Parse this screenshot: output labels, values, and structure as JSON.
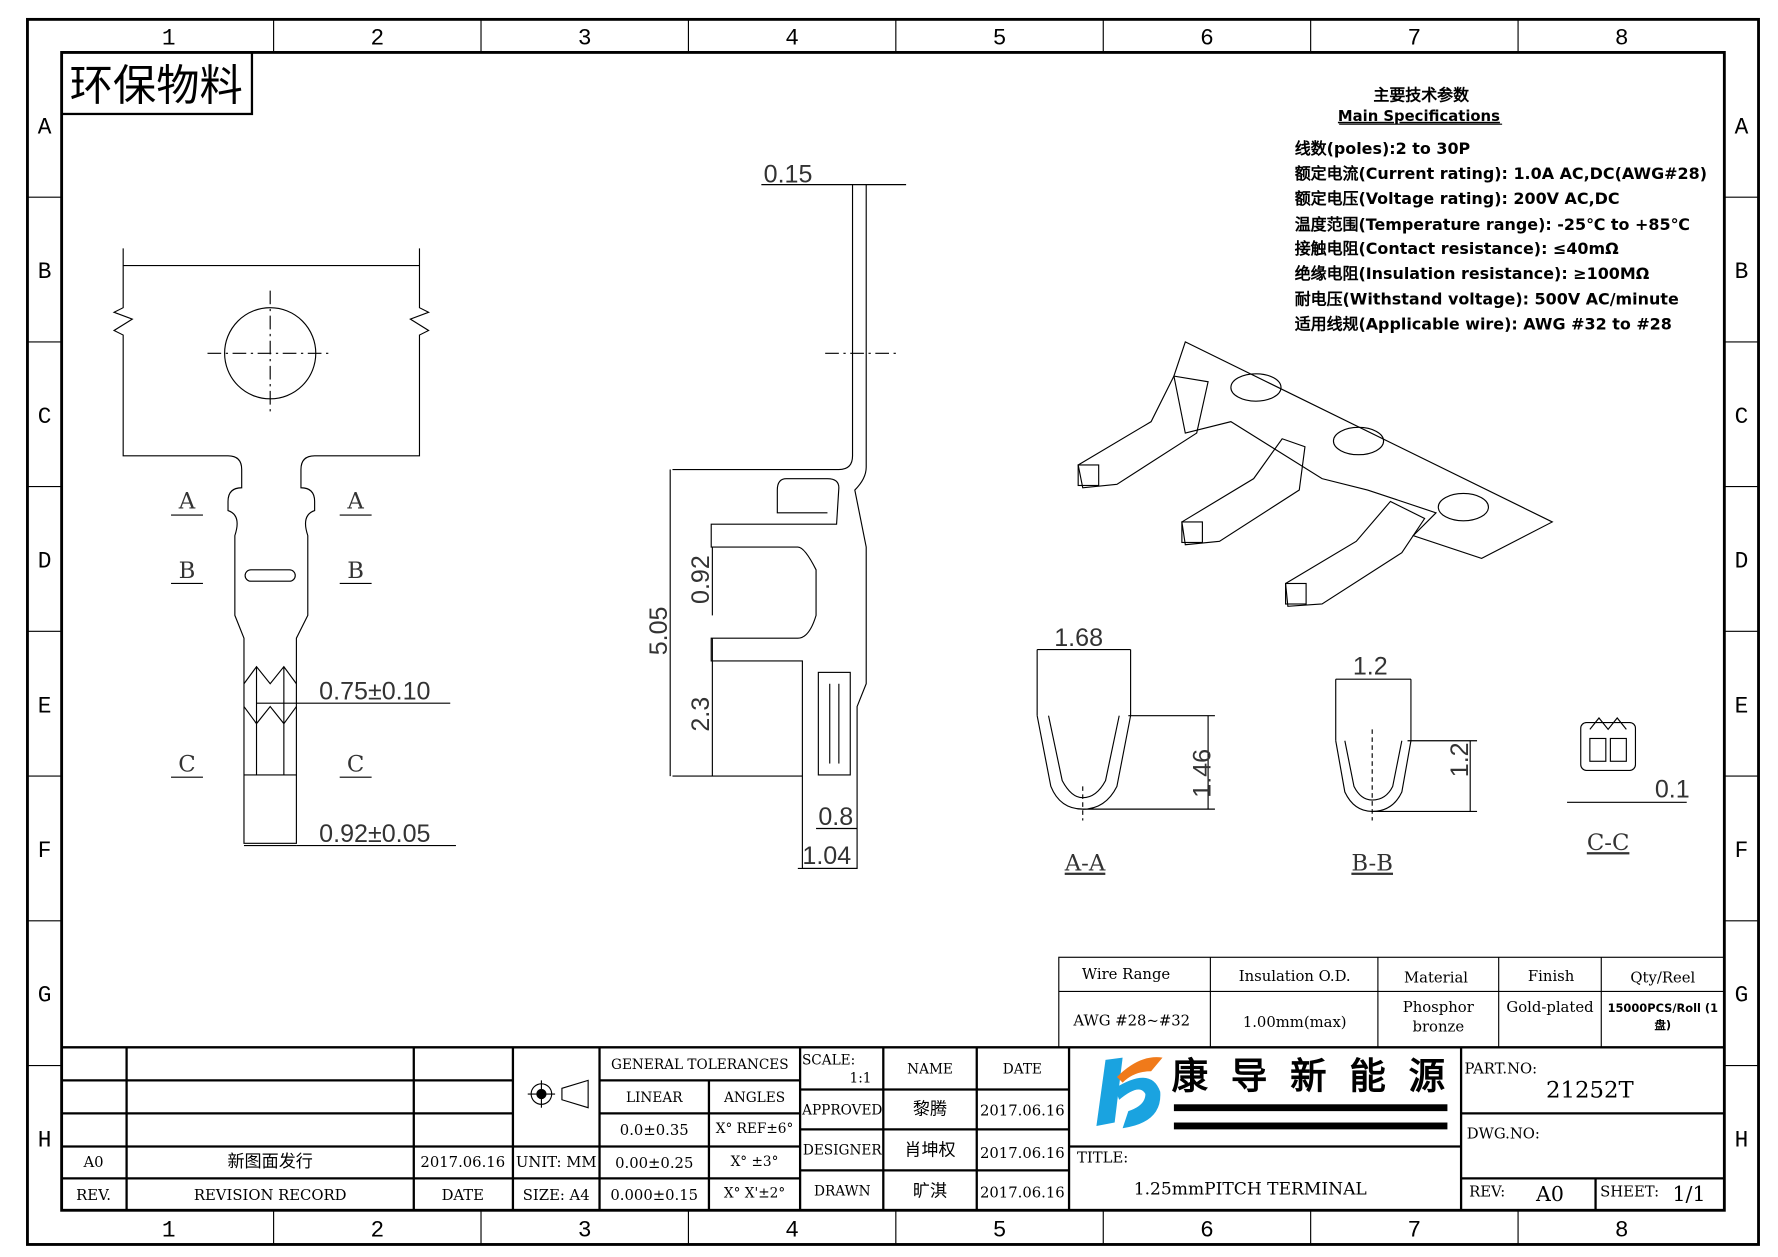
{
  "frame": {
    "columns": [
      "1",
      "2",
      "3",
      "4",
      "5",
      "6",
      "7",
      "8"
    ],
    "rows": [
      "A",
      "B",
      "C",
      "D",
      "E",
      "F",
      "G",
      "H"
    ]
  },
  "stamp": "环保物料",
  "specs": {
    "title_cn": "主要技术参数",
    "title_en": "Main Specifications",
    "lines": [
      "线数(poles):2 to 30P",
      "额定电流(Current rating): 1.0A AC,DC(AWG#28)",
      "额定电压(Voltage rating): 200V AC,DC",
      "温度范围(Temperature range): -25℃ to +85℃",
      "接触电阻(Contact resistance): ≤40mΩ",
      "绝缘电阻(Insulation resistance): ≥100MΩ",
      "耐电压(Withstand voltage): 500V AC/minute",
      "适用线规(Applicable wire): AWG #32 to #28"
    ]
  },
  "dimensions": {
    "thickness": "0.15",
    "width_c": "0.75±0.10",
    "width_bottom": "0.92±0.05",
    "height_total": "5.05",
    "gap": "0.92",
    "lower": "2.3",
    "foot_a": "0.8",
    "foot_b": "1.04",
    "aa_w": "1.68",
    "aa_h": "1.46",
    "bb_w": "1.2",
    "bb_h": "1.2",
    "cc_t": "0.1",
    "section_a": "A",
    "section_b": "B",
    "section_c": "C"
  },
  "sections": {
    "aa": "A-A",
    "bb": "B-B",
    "cc": "C-C"
  },
  "spec_table": {
    "headers": [
      "Wire Range",
      "Insulation O.D.",
      "Material",
      "Finish",
      "Qty/Reel"
    ],
    "values": [
      "AWG #28~#32",
      "1.00mm(max)",
      "Phosphor bronze",
      "Gold-plated",
      "15000PCS/Roll (1盘)"
    ]
  },
  "title_block": {
    "revisions": [
      {
        "rev": "A0",
        "record": "新图面发行",
        "date": "2017.06.16"
      }
    ],
    "rev_header": "REV.",
    "record_header": "REVISION RECORD",
    "date_header": "DATE",
    "unit": "UNIT: MM",
    "size": "SIZE: A4",
    "general_tolerances": "GENERAL TOLERANCES",
    "linear": "LINEAR",
    "angles": "ANGLES",
    "tol_linear": [
      "0.0±0.35",
      "0.00±0.25",
      "0.000±0.15"
    ],
    "tol_angles": [
      "X° REF±6°",
      "X° ±3°",
      "X° X'±2°"
    ],
    "scale_label": "SCALE:",
    "scale": "1:1",
    "name_header": "NAME",
    "signoff": [
      {
        "role": "APPROVED",
        "name": "黎腾",
        "date": "2017.06.16"
      },
      {
        "role": "DESIGNER",
        "name": "肖坤权",
        "date": "2017.06.16"
      },
      {
        "role": "DRAWN",
        "name": "旷淇",
        "date": "2017.06.16"
      }
    ],
    "company": "康导新能源",
    "title_label": "TITLE:",
    "title": "1.25mmPITCH TERMINAL",
    "part_no_label": "PART.NO:",
    "part_no": "21252T",
    "dwg_no_label": "DWG.NO:",
    "rev_label": "REV:",
    "rev": "A0",
    "sheet_label": "SHEET:",
    "sheet": "1/1"
  },
  "colors": {
    "logo_blue": "#1aa3e0",
    "logo_orange": "#f07a1a"
  }
}
